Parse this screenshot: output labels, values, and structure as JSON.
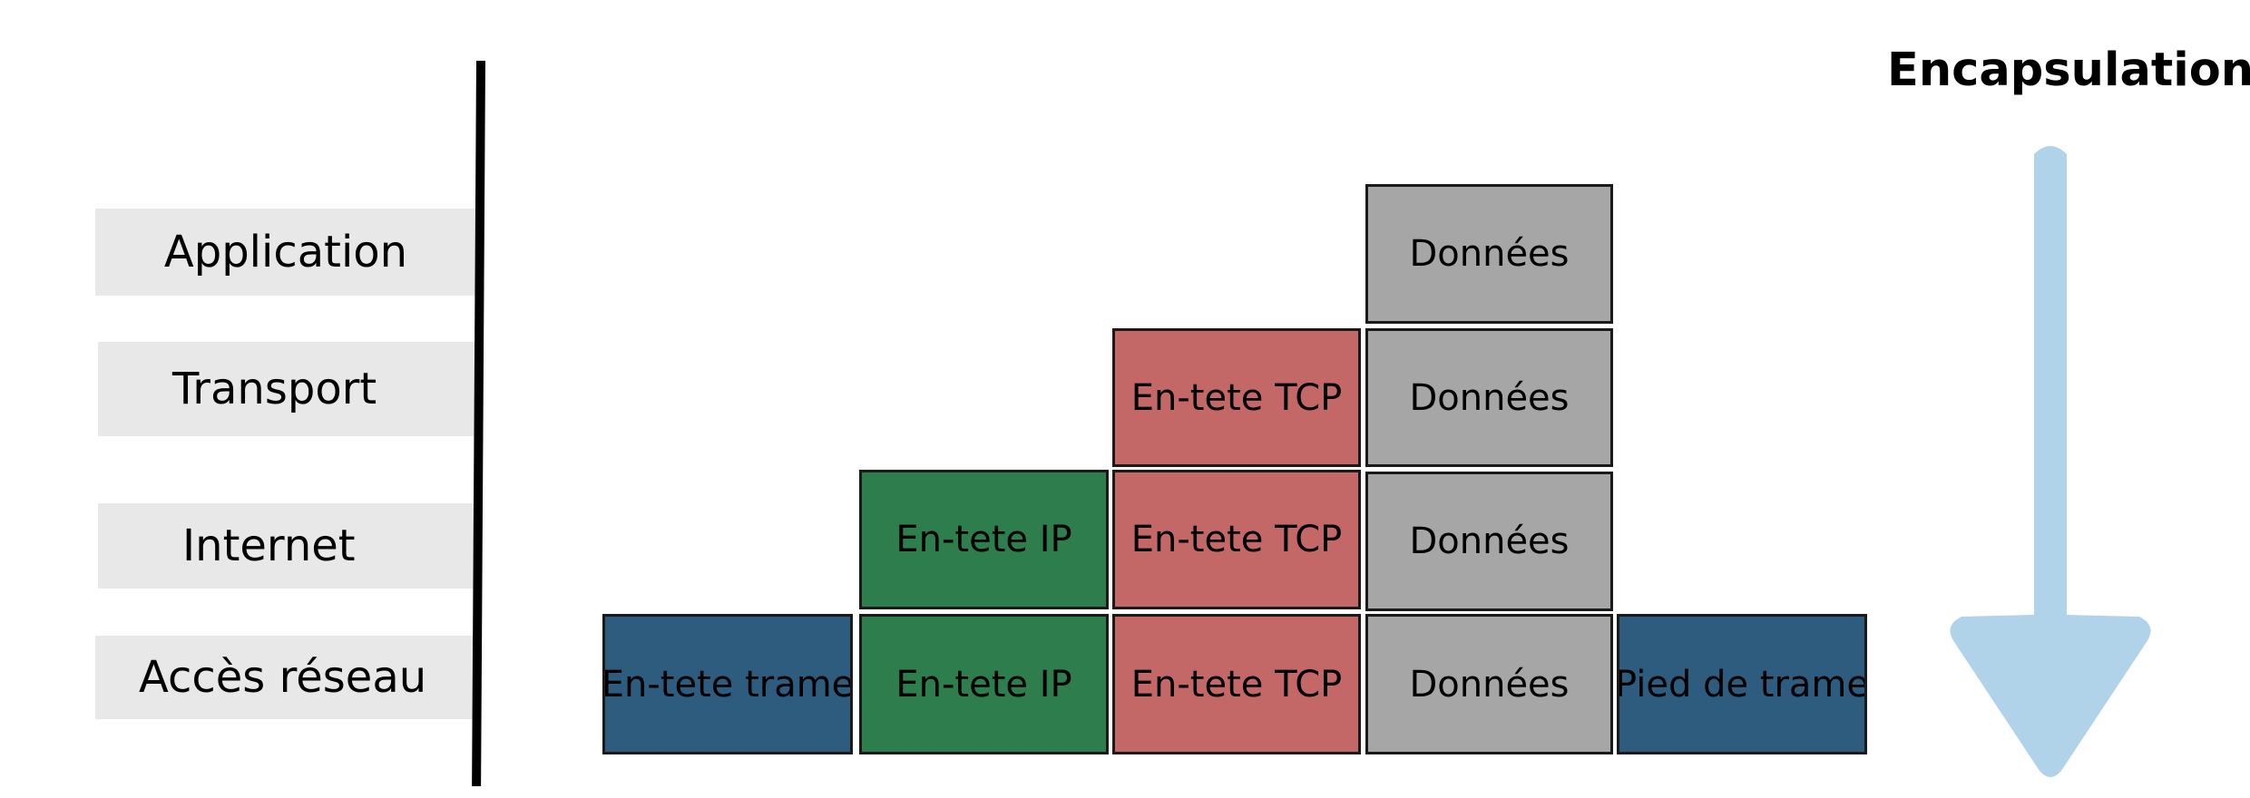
{
  "title": "Encapsulation",
  "layers": [
    {
      "name": "Application"
    },
    {
      "name": "Transport"
    },
    {
      "name": "Internet"
    },
    {
      "name": "Accès réseau"
    }
  ],
  "blocks": {
    "frame_header": "En-tete trame",
    "ip_header": "En-tete IP",
    "tcp_header": "En-tete TCP",
    "data": "Données",
    "frame_footer": "Pied de trame"
  },
  "colors": {
    "layer_label_bg": "#e8e8e8",
    "data": "#a6a6a6",
    "tcp_header": "#c46767",
    "ip_header": "#2e7d4c",
    "frame": "#2e5c7e",
    "arrow": "#b0d3ea"
  },
  "icons": {
    "arrow": "down-arrow-icon"
  }
}
